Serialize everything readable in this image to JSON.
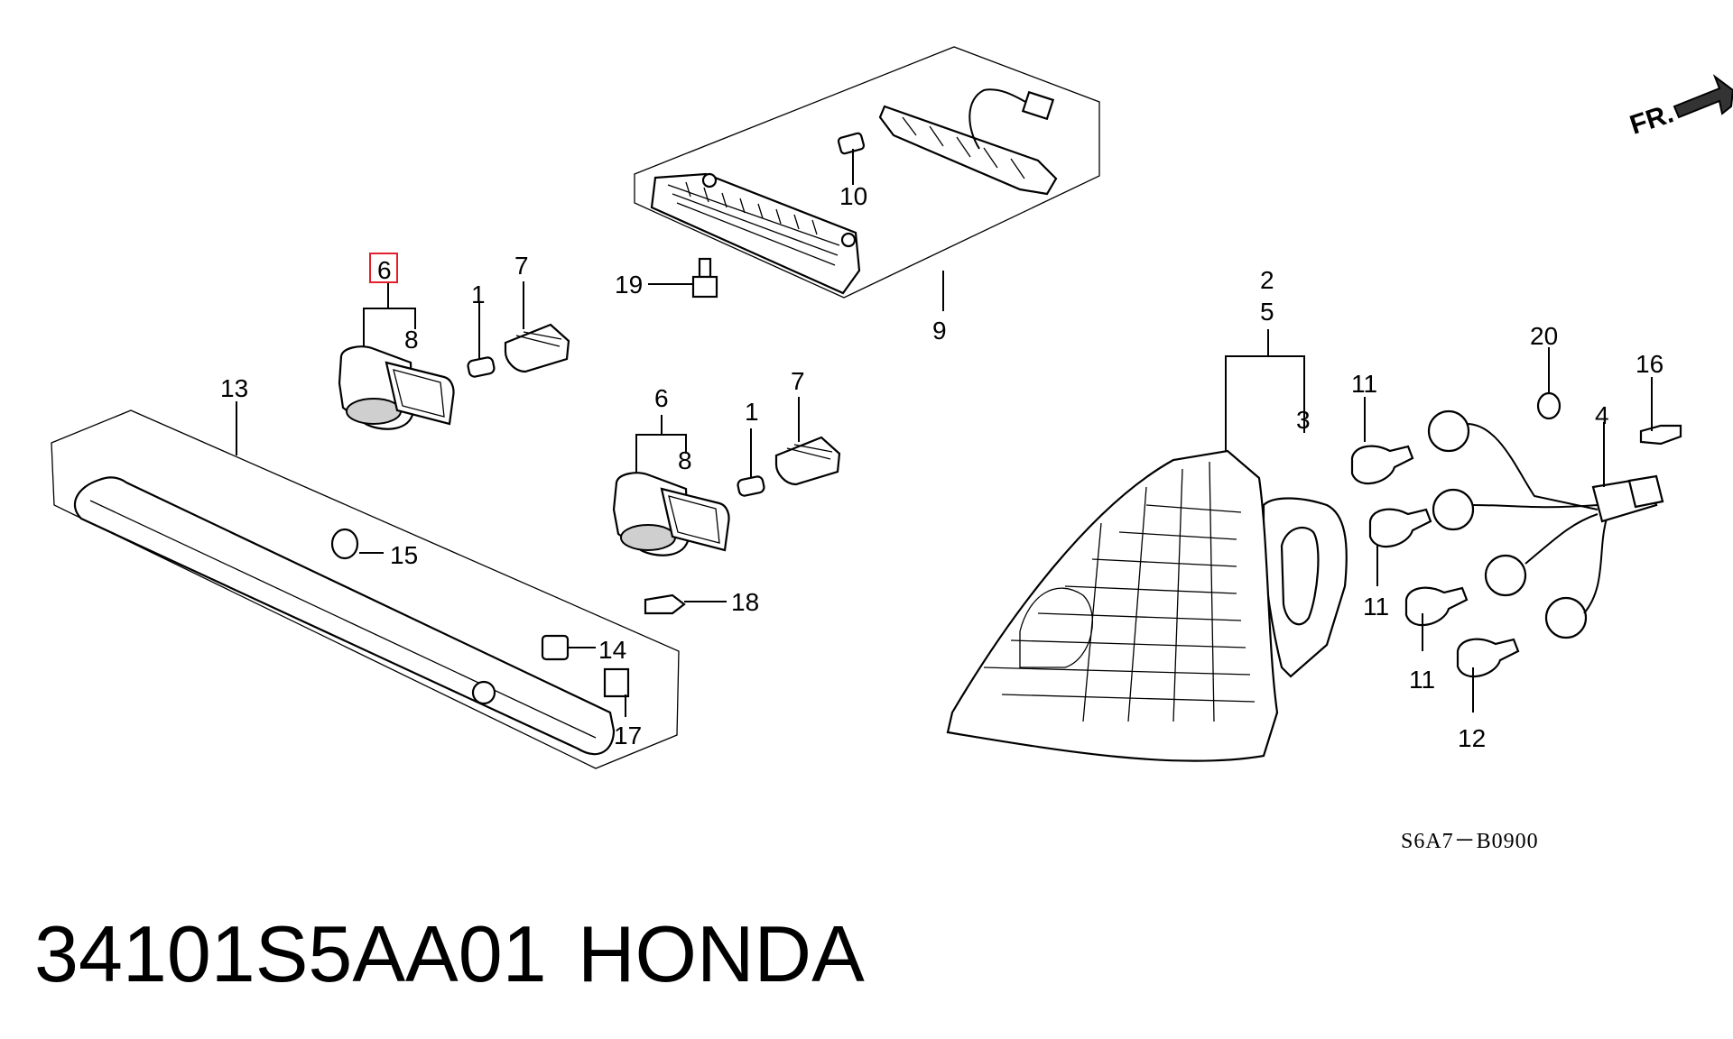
{
  "diagram": {
    "callouts": {
      "c1a": "1",
      "c1b": "1",
      "c2": "2",
      "c3": "3",
      "c4": "4",
      "c5": "5",
      "c6a": "6",
      "c6b": "6",
      "c7a": "7",
      "c7b": "7",
      "c8a": "8",
      "c8b": "8",
      "c9": "9",
      "c10": "10",
      "c11a": "11",
      "c11b": "11",
      "c11c": "11",
      "c12": "12",
      "c13": "13",
      "c14": "14",
      "c15": "15",
      "c16": "16",
      "c17": "17",
      "c18": "18",
      "c19": "19",
      "c20": "20"
    },
    "highlight_color": "#e0202a",
    "front_indicator": "FR.",
    "reference_code": "S6A7－B0900"
  },
  "part_number": "34101S5AA01",
  "brand": "HONDA"
}
